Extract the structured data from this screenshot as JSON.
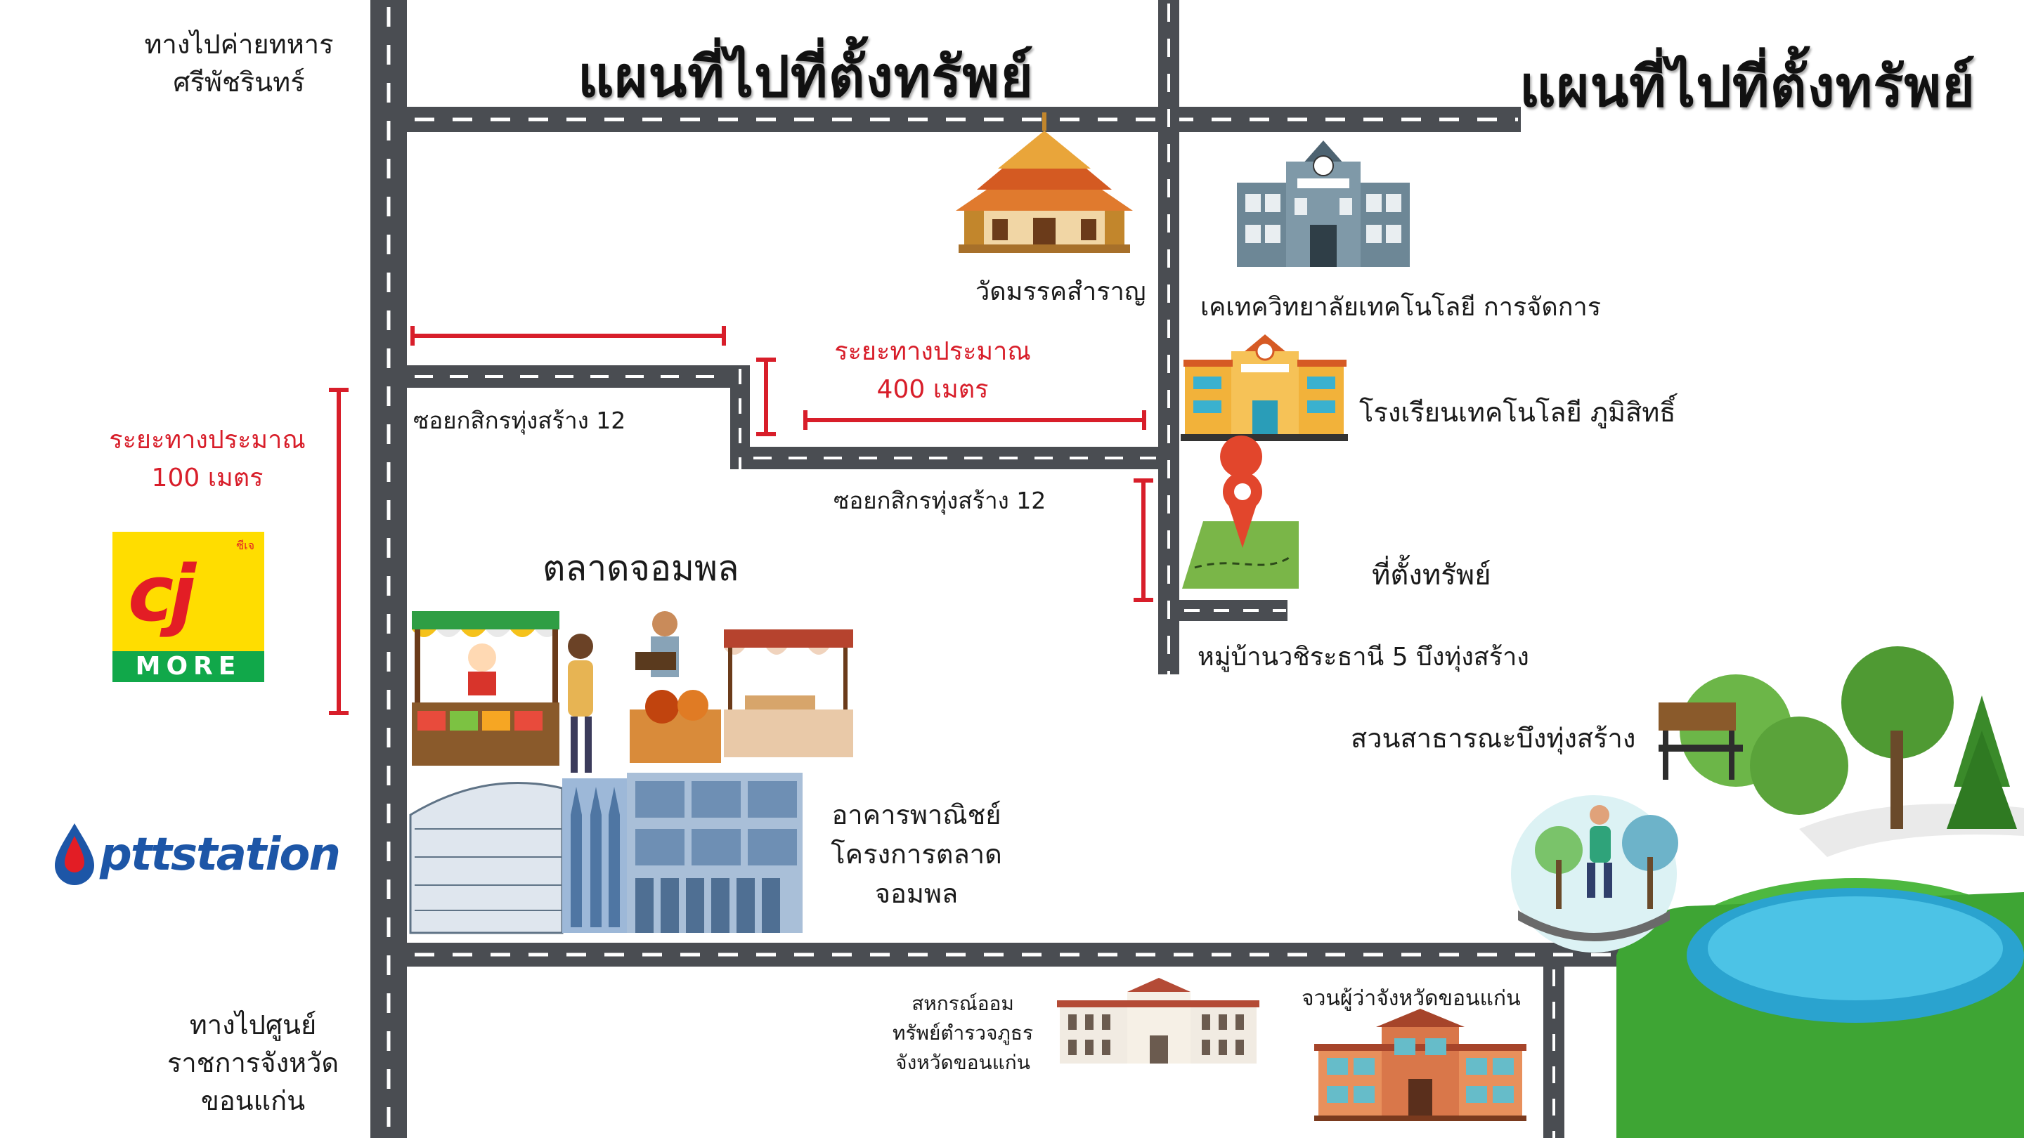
{
  "titles": {
    "left": "แผนที่ไปที่ตั้งทรัพย์",
    "right": "แผนที่ไปที่ตั้งทรัพย์"
  },
  "directions": {
    "to_camp": [
      "ทางไปค่ายทหาร",
      "ศรีพัชรินทร์"
    ],
    "to_government": [
      "ทางไปศูนย์",
      "ราชการจังหวัด",
      "ขอนแก่น"
    ]
  },
  "distances": {
    "d100": [
      "ระยะทางประมาณ",
      "100 เมตร"
    ],
    "d400": [
      "ระยะทางประมาณ",
      "400 เมตร"
    ]
  },
  "roads": {
    "soi_upper": "ซอยกสิกรทุ่งสร้าง 12",
    "soi_lower": "ซอยกสิกรทุ่งสร้าง 12"
  },
  "places": {
    "temple": "วัดมรรคสำราญ",
    "college": "เคเทควิทยาลัยเทคโนโลยี การจัดการ",
    "school": "โรงเรียนเทคโนโลยี ภูมิสิทธิ์",
    "property": "ที่ตั้งทรัพย์",
    "village": "หมู่บ้านวชิระธานี 5 บึงทุ่งสร้าง",
    "market": "ตลาดจอมพล",
    "park": "สวนสาธารณะบึงทุ่งสร้าง",
    "commercial": [
      "อาคารพาณิชย์",
      "โครงการตลาด",
      "จอมพล"
    ],
    "coop": [
      "สหกรณ์ออม",
      "ทรัพย์ตำรวจภูธร",
      "จังหวัดขอนแก่น"
    ],
    "governor": "จวนผู้ว่าจังหวัดขอนแก่น"
  },
  "logos": {
    "cj_more": "MORE",
    "cj_mark": "cj",
    "cj_thai": "ซีเจ",
    "ptt": "pttstation"
  },
  "colors": {
    "road": "#4a4d52",
    "road_line": "#ffffff",
    "distance": "#d81e2a",
    "cj_yellow": "#ffdd00",
    "cj_green": "#11a84a",
    "ptt_blue": "#1d56a7"
  }
}
